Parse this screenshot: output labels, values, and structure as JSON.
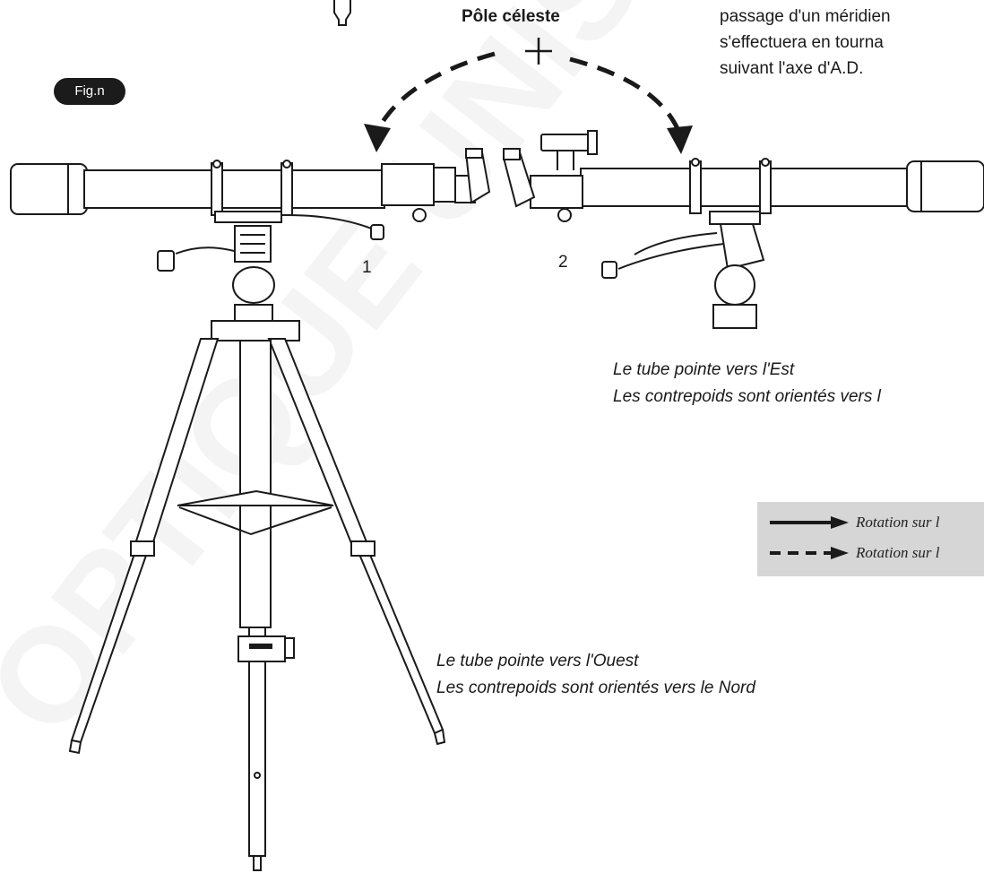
{
  "diagram": {
    "celestial_pole": "Pôle céleste",
    "intro_lines": [
      "passage d'un méridien",
      "s'effectuera en tourna",
      "suivant l'axe d'A.D."
    ],
    "figure_badge": "Fig.n",
    "position_1": "1",
    "position_2": "2",
    "east_caption": {
      "line1": "Le tube pointe vers l'Est",
      "line2": "Les contrepoids sont orientés vers l"
    },
    "west_caption": {
      "line1": "Le tube pointe vers l'Ouest",
      "line2": "Les contrepoids sont orientés vers le Nord"
    },
    "legend": {
      "solid_label": "Rotation sur l",
      "dashed_label": "Rotation sur l"
    },
    "watermark": "OPTIQUE UNIS"
  }
}
